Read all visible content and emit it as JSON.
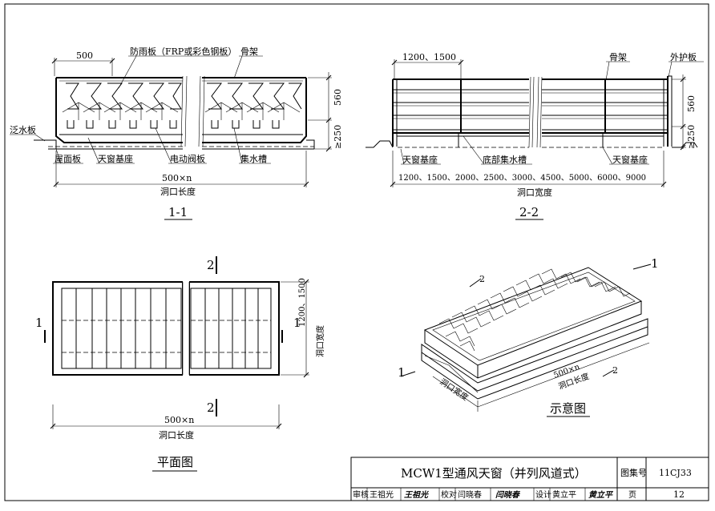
{
  "drawing": {
    "section11": {
      "dim_top": "500",
      "label_rain_plate": "防雨板（FRP或彩色钢板）",
      "label_frame": "骨架",
      "label_flashing": "泛水板",
      "label_roof_panel": "屋面板",
      "label_base": "天窗基座",
      "label_damper": "电动阀板",
      "label_gutter": "集水槽",
      "dim_bottom": "500×n",
      "dim_bottom_caption": "洞口长度",
      "dim_right_upper": "560",
      "dim_right_lower": "≥250",
      "title": "1-1"
    },
    "section22": {
      "dim_top": "1200、1500",
      "label_frame": "骨架",
      "label_cover": "外护板",
      "label_base_left": "天窗基座",
      "label_bottom_gutter": "底部集水槽",
      "label_base_right": "天窗基座",
      "dim_bottom": "1200、1500、2000、2500、3000、4500、5000、6000、9000",
      "dim_bottom_caption": "洞口宽度",
      "dim_right_upper": "560",
      "dim_right_lower": "≥250",
      "title": "2-2"
    },
    "plan": {
      "cut_marker_top": "2",
      "cut_marker_bottom": "2",
      "cut_marker_left": "1",
      "cut_marker_right": "1",
      "dim_right": "1200、1500",
      "dim_right_caption": "洞口宽度",
      "dim_bottom": "500×n",
      "dim_bottom_caption": "洞口长度",
      "title": "平面图"
    },
    "iso": {
      "cut_marker_1a": "1",
      "cut_marker_1b": "1",
      "cut_marker_2a": "2",
      "cut_marker_2b": "2",
      "dim_width": "洞口宽度",
      "dim_length": "500×n",
      "dim_length_caption": "洞口长度",
      "title": "示意图"
    }
  },
  "title_block": {
    "title": "MCW1型通风天窗（并列风道式）",
    "atlas_label": "图集号",
    "atlas_no": "11CJ33",
    "review_label": "审核",
    "review_name": "王祖光",
    "review_sign": "王祖光",
    "check_label": "校对",
    "check_name": "闫晓春",
    "check_sign": "闫晓春",
    "design_label": "设计",
    "design_name": "黄立平",
    "design_sign": "黄立平",
    "page_label": "页",
    "page_no": "12"
  }
}
